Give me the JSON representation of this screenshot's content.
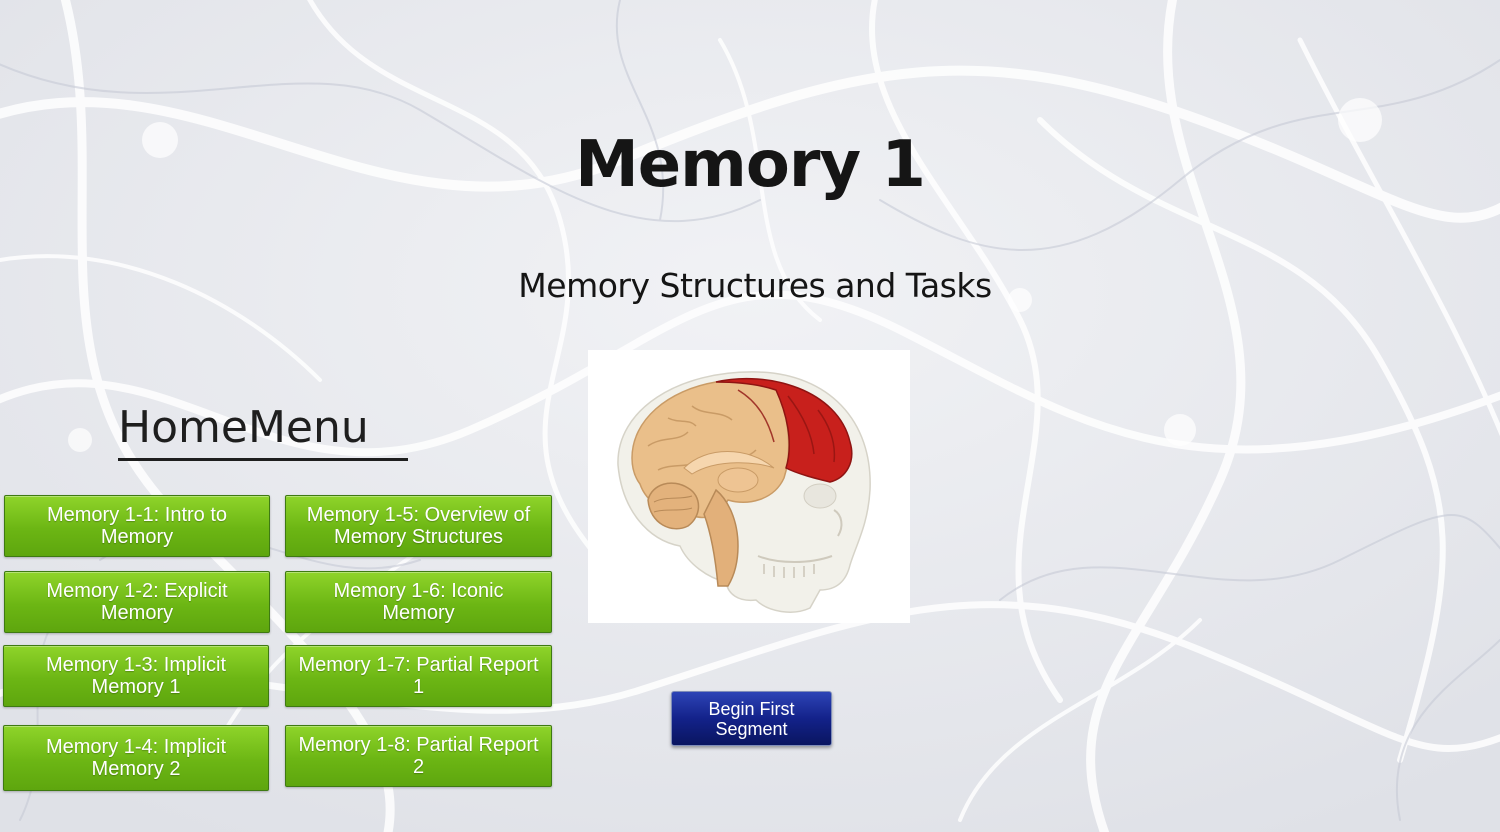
{
  "page": {
    "title": "Memory 1",
    "subtitle": "Memory Structures and Tasks"
  },
  "home_menu": {
    "heading": "HomeMenu",
    "items": [
      {
        "label": "Memory 1-1: Intro to Memory"
      },
      {
        "label": "Memory 1-2: Explicit Memory"
      },
      {
        "label": "Memory 1-3: Implicit Memory 1"
      },
      {
        "label": "Memory 1-4: Implicit Memory 2"
      },
      {
        "label": "Memory 1-5: Overview of Memory Structures"
      },
      {
        "label": "Memory 1-6: Iconic Memory"
      },
      {
        "label": "Memory 1-7: Partial Report 1"
      },
      {
        "label": "Memory 1-8: Partial Report 2"
      }
    ]
  },
  "illustration": {
    "icon": "brain-skull-illustration"
  },
  "begin_button": {
    "label": "Begin First Segment"
  },
  "colors": {
    "background": "#e7e9ee",
    "menu_button_green": "#6cb614",
    "begin_button_blue": "#13228a",
    "brain_highlight": "#c8201c",
    "brain_tissue": "#e8b884"
  }
}
